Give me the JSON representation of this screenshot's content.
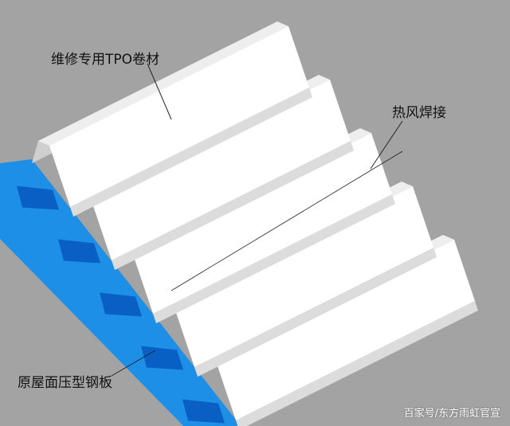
{
  "labels": {
    "tpo": "维修专用TPO卷材",
    "weld": "热风焊接",
    "steel": "原屋面压型钢板"
  },
  "watermark": "百家号/东方雨虹官宣",
  "colors": {
    "background": "#a3a3a3",
    "membrane": "#ffffff",
    "rib_shade": "#cfcfcf",
    "steel": "#1e8fe6",
    "steel_dark": "#0a5fc4"
  }
}
